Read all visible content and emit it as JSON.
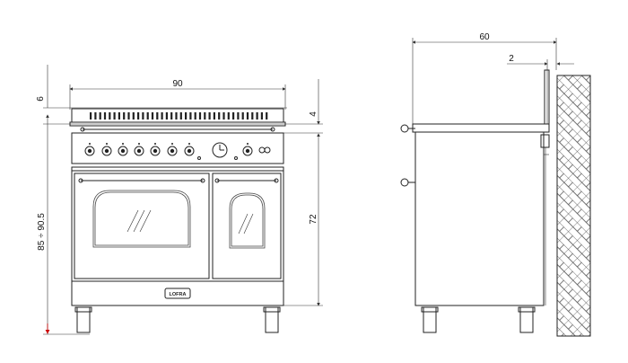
{
  "dimensions": {
    "width_total": "90",
    "height_range": "85 ÷ 90.5",
    "top_gap": "6",
    "rim_height": "4",
    "body_height": "72",
    "depth": "60",
    "wall_gap": "2"
  },
  "badge_text": "LOFRA",
  "colors": {
    "line": "#222222",
    "accent": "#cc0000"
  }
}
